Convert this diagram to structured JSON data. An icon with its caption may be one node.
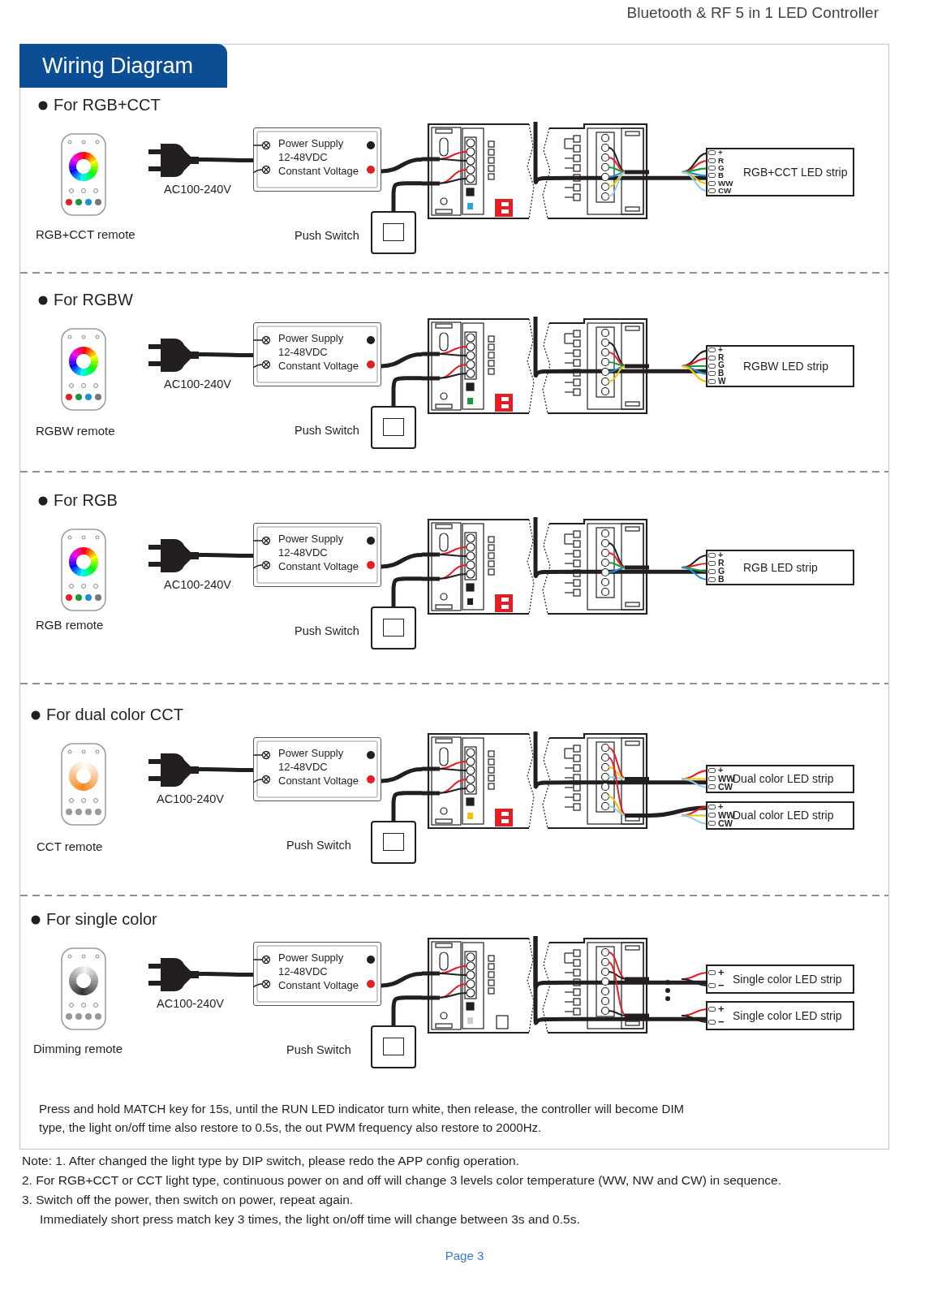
{
  "diagram": {
    "title": "Wiring Diagram",
    "nodes": [
      {
        "text": [],
        "shape": "picture",
        "beside": [
          "AC100-240V"
        ]
      },
      {
        "text": [
          "Power Supply 12-48VDC Constant Voltage"
        ]
      },
      {
        "text": [],
        "shape": "box",
        "beside": [
          "Push Switch"
        ]
      },
      {
        "text": [],
        "shape": "picture"
      },
      {
        "text": [
          "+",
          "R",
          "G",
          "B",
          "WW",
          "CW",
          "RGB+CCT LED strip"
        ]
      },
      {
        "text": [],
        "shape": "picture",
        "beside": [
          "AC100-240V"
        ]
      },
      {
        "text": [
          "Power Supply 12-48VDC Constant Voltage"
        ]
      },
      {
        "text": [],
        "shape": "box",
        "beside": [
          "Push Switch"
        ]
      },
      {
        "text": [],
        "shape": "picture"
      },
      {
        "text": [
          "+",
          "R",
          "G",
          "B",
          "W",
          "RGBW LED strip"
        ]
      },
      {
        "text": [],
        "shape": "picture",
        "beside": [
          "AC100-240V"
        ]
      },
      {
        "text": [
          "Power Supply 12-48VDC Constant Voltage"
        ]
      },
      {
        "text": [],
        "shape": "box",
        "beside": [
          "Push Switch"
        ]
      },
      {
        "text": [],
        "shape": "picture"
      },
      {
        "text": [
          "+",
          "R",
          "G",
          "B",
          "RGB LED strip"
        ]
      },
      {
        "text": [],
        "shape": "picture",
        "beside": [
          "AC100-240V"
        ]
      },
      {
        "text": [
          "Power Supply 12-48VDC Constant Voltage"
        ]
      },
      {
        "text": [],
        "shape": "box",
        "beside": [
          "Push Switch"
        ]
      },
      {
        "text": [],
        "shape": "picture"
      },
      {
        "text": [
          "+",
          "WW",
          "CW",
          "Dual color LED strip"
        ]
      },
      {
        "text": [
          "+",
          "WW",
          "CW",
          "Dual color LED strip"
        ]
      },
      {
        "text": [],
        "shape": "picture",
        "beside": [
          "AC100-240V"
        ]
      },
      {
        "text": [
          "Power Supply 12-48VDC Constant Voltage"
        ]
      },
      {
        "text": [],
        "shape": "box",
        "beside": [
          "Push Switch"
        ]
      },
      {
        "text": [],
        "shape": "picture"
      },
      {
        "text": [
          "+",
          "−",
          "Single color LED strip"
        ]
      },
      {
        "text": [
          "+",
          "−",
          "Single color LED strip"
        ]
      }
    ],
    "edges": [
      {
        "from": 0,
        "to": 1,
        "arrow": "none"
      },
      {
        "from": 1,
        "to": 3,
        "arrow": "none"
      },
      {
        "from": 2,
        "to": 3,
        "arrow": "none"
      },
      {
        "from": 3,
        "to": 4,
        "arrow": "none"
      },
      {
        "from": 5,
        "to": 6,
        "arrow": "none"
      },
      {
        "from": 6,
        "to": 8,
        "arrow": "none"
      },
      {
        "from": 7,
        "to": 8,
        "arrow": "none"
      },
      {
        "from": 8,
        "to": 9,
        "arrow": "none"
      },
      {
        "from": 10,
        "to": 11,
        "arrow": "none"
      },
      {
        "from": 11,
        "to": 13,
        "arrow": "none"
      },
      {
        "from": 12,
        "to": 13,
        "arrow": "none"
      },
      {
        "from": 13,
        "to": 14,
        "arrow": "none"
      },
      {
        "from": 15,
        "to": 16,
        "arrow": "none"
      },
      {
        "from": 16,
        "to": 18,
        "arrow": "none"
      },
      {
        "from": 17,
        "to": 18,
        "arrow": "none"
      },
      {
        "from": 18,
        "to": 19,
        "arrow": "none"
      },
      {
        "from": 18,
        "to": 20,
        "arrow": "none"
      },
      {
        "from": 21,
        "to": 22,
        "arrow": "none"
      },
      {
        "from": 22,
        "to": 24,
        "arrow": "none"
      },
      {
        "from": 23,
        "to": 24,
        "arrow": "none"
      },
      {
        "from": 24,
        "to": 25,
        "arrow": "none"
      },
      {
        "from": 24,
        "to": 26,
        "arrow": "none"
      }
    ],
    "labels": [
      "Bluetooth & RF 5 in 1 LED Controller",
      "For RGB+CCT",
      "RGB+CCT remote",
      "For RGBW",
      "RGBW remote",
      "For RGB",
      "RGB remote",
      "For dual color CCT",
      "CCT remote",
      "For single color",
      "Dimming remote",
      "Press and hold MATCH key for 15s, until the RUN LED indicator turn white, then release, the controller will become DIM type, the light on/off time also restore to 0.5s, the out PWM frequency also restore to 2000Hz.",
      "Note: 1. After changed the light type by DIP switch, please redo the APP config operation.",
      "2. For RGB+CCT or CCT light type, continuous power on and off will change 3 levels color temperature (WW, NW and CW) in sequence.",
      "3. Switch off the power, then switch on power, repeat again.",
      "Immediately short press match key 3 times, the light on/off time will change between 3s and 0.5s.",
      "Page 3"
    ]
  }
}
